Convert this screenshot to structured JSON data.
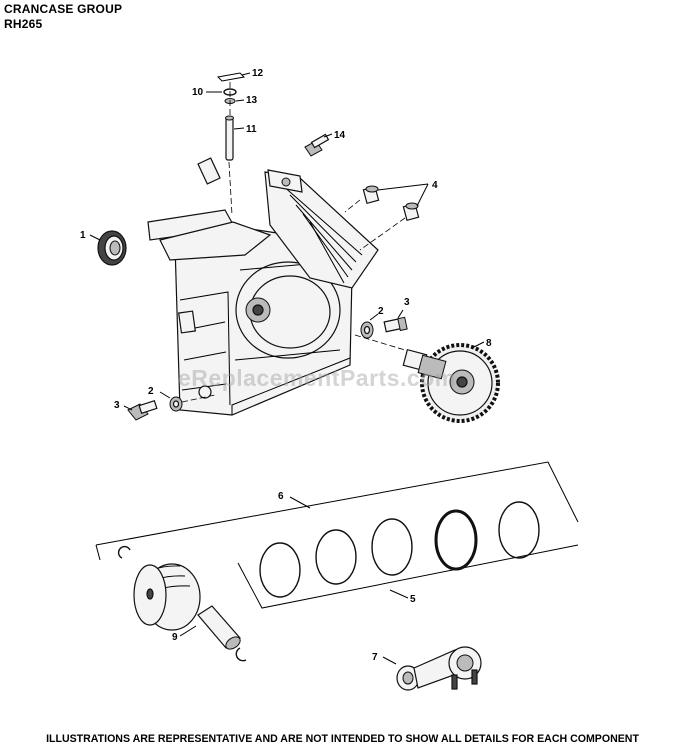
{
  "header": {
    "title": "CRANCASE GROUP",
    "model": "RH265"
  },
  "watermark": "eReplacementParts.com",
  "footer": "ILLUSTRATIONS ARE REPRESENTATIVE AND ARE NOT INTENDED TO SHOW ALL DETAILS FOR EACH COMPONENT",
  "callouts": {
    "c1": "1",
    "c2a": "2",
    "c2b": "2",
    "c3a": "3",
    "c3b": "3",
    "c4": "4",
    "c5": "5",
    "c6": "6",
    "c7": "7",
    "c8": "8",
    "c9": "9",
    "c10": "10",
    "c11": "11",
    "c12": "12",
    "c13": "13",
    "c14": "14"
  }
}
